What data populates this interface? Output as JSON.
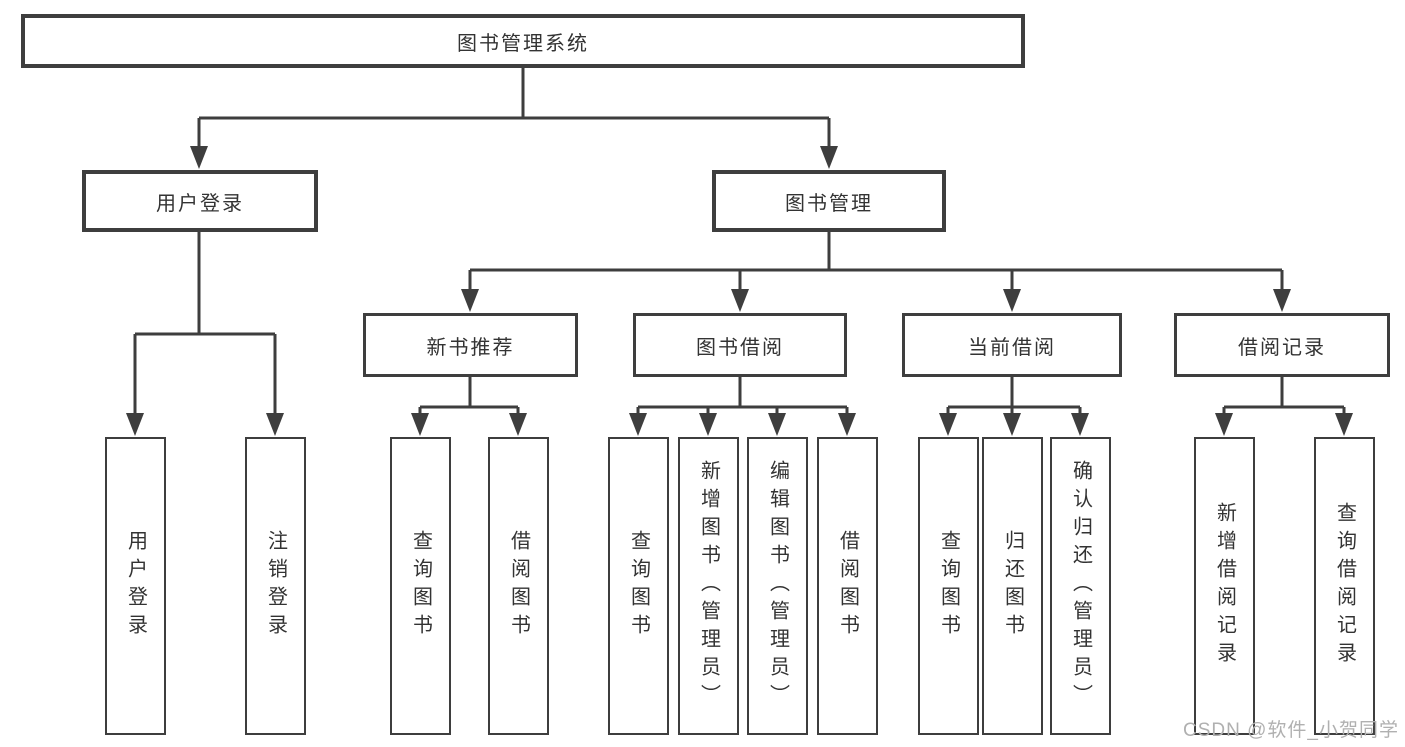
{
  "diagram": {
    "title": "图书管理系统",
    "level2": [
      {
        "label": "用户登录"
      },
      {
        "label": "图书管理"
      }
    ],
    "level3": [
      {
        "label": "新书推荐"
      },
      {
        "label": "图书借阅"
      },
      {
        "label": "当前借阅"
      },
      {
        "label": "借阅记录"
      }
    ],
    "leaves": {
      "user_login": [
        {
          "label": "用户登录"
        },
        {
          "label": "注销登录"
        }
      ],
      "new_book_recommend": [
        {
          "label": "查询图书"
        },
        {
          "label": "借阅图书"
        }
      ],
      "book_borrow": [
        {
          "label": "查询图书"
        },
        {
          "label": "新增图书（管理员）"
        },
        {
          "label": "编辑图书（管理员）"
        },
        {
          "label": "借阅图书"
        }
      ],
      "current_borrow": [
        {
          "label": "查询图书"
        },
        {
          "label": "归还图书"
        },
        {
          "label": "确认归还（管理员）"
        }
      ],
      "borrow_records": [
        {
          "label": "新增借阅记录"
        },
        {
          "label": "查询借阅记录"
        }
      ]
    }
  },
  "watermark": "CSDN @软件_小贺同学",
  "colors": {
    "line": "#3e3e3e",
    "text": "#333333",
    "watermark": "#b0b0b0",
    "background": "#ffffff"
  }
}
